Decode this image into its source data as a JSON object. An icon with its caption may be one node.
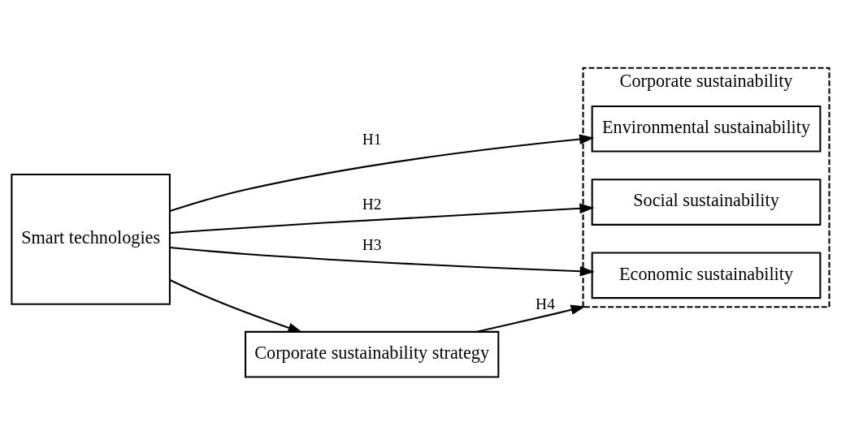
{
  "diagram": {
    "nodes": [
      {
        "text": [
          "Smart technologies"
        ]
      },
      {
        "text": [
          "Corporate sustainability"
        ]
      },
      {
        "text": [
          "Environmental sustainability"
        ],
        "in": 1
      },
      {
        "text": [
          "Social sustainability"
        ],
        "in": 1
      },
      {
        "text": [
          "Economic sustainability"
        ],
        "in": 1
      },
      {
        "text": [
          "Corporate sustainability strategy"
        ]
      }
    ],
    "edges": [
      {
        "from": 0,
        "to": 2,
        "arrow": "to",
        "label": "H1"
      },
      {
        "from": 0,
        "to": 3,
        "arrow": "to",
        "label": "H2"
      },
      {
        "from": 0,
        "to": 4,
        "arrow": "to",
        "label": "H3"
      },
      {
        "from": 0,
        "to": 5,
        "arrow": "to"
      },
      {
        "from": 5,
        "to": 1,
        "arrow": "to",
        "label": "H4"
      }
    ]
  }
}
